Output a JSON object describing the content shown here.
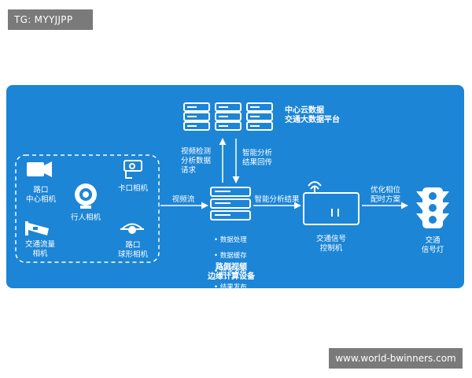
{
  "tag": "TG: MYYJJPP",
  "watermark": "www.world-bwinners.com",
  "center_cloud": "中心云数据\n交通大数据平台",
  "upload_label": "视频检测\n分析数据\n请求",
  "return_label": "智能分析\n结果回传",
  "video_stream": "视频流",
  "analysis_result": "智能分析结果",
  "optimize_label": "优化相位\n配时方案",
  "cameras": {
    "intersection_center": "路口\n中心相机",
    "pedestrian": "行人相机",
    "checkpoint": "卡口相机",
    "traffic_flow": "交通流量\n相机",
    "intersection_dome": "路口\n球形相机"
  },
  "edge_device": {
    "bullets": [
      "• 数据处理",
      "• 数据缓存",
      "• 请求发布",
      "• 结果发布"
    ],
    "name": "路侧视频\n边缘计算设备"
  },
  "signal_controller": "交通信号\n控制机",
  "traffic_light": "交通\n信号灯",
  "colors": {
    "panel": "#1c85d6",
    "line": "#ffffff",
    "tag_bg": "#7a7a7a"
  }
}
